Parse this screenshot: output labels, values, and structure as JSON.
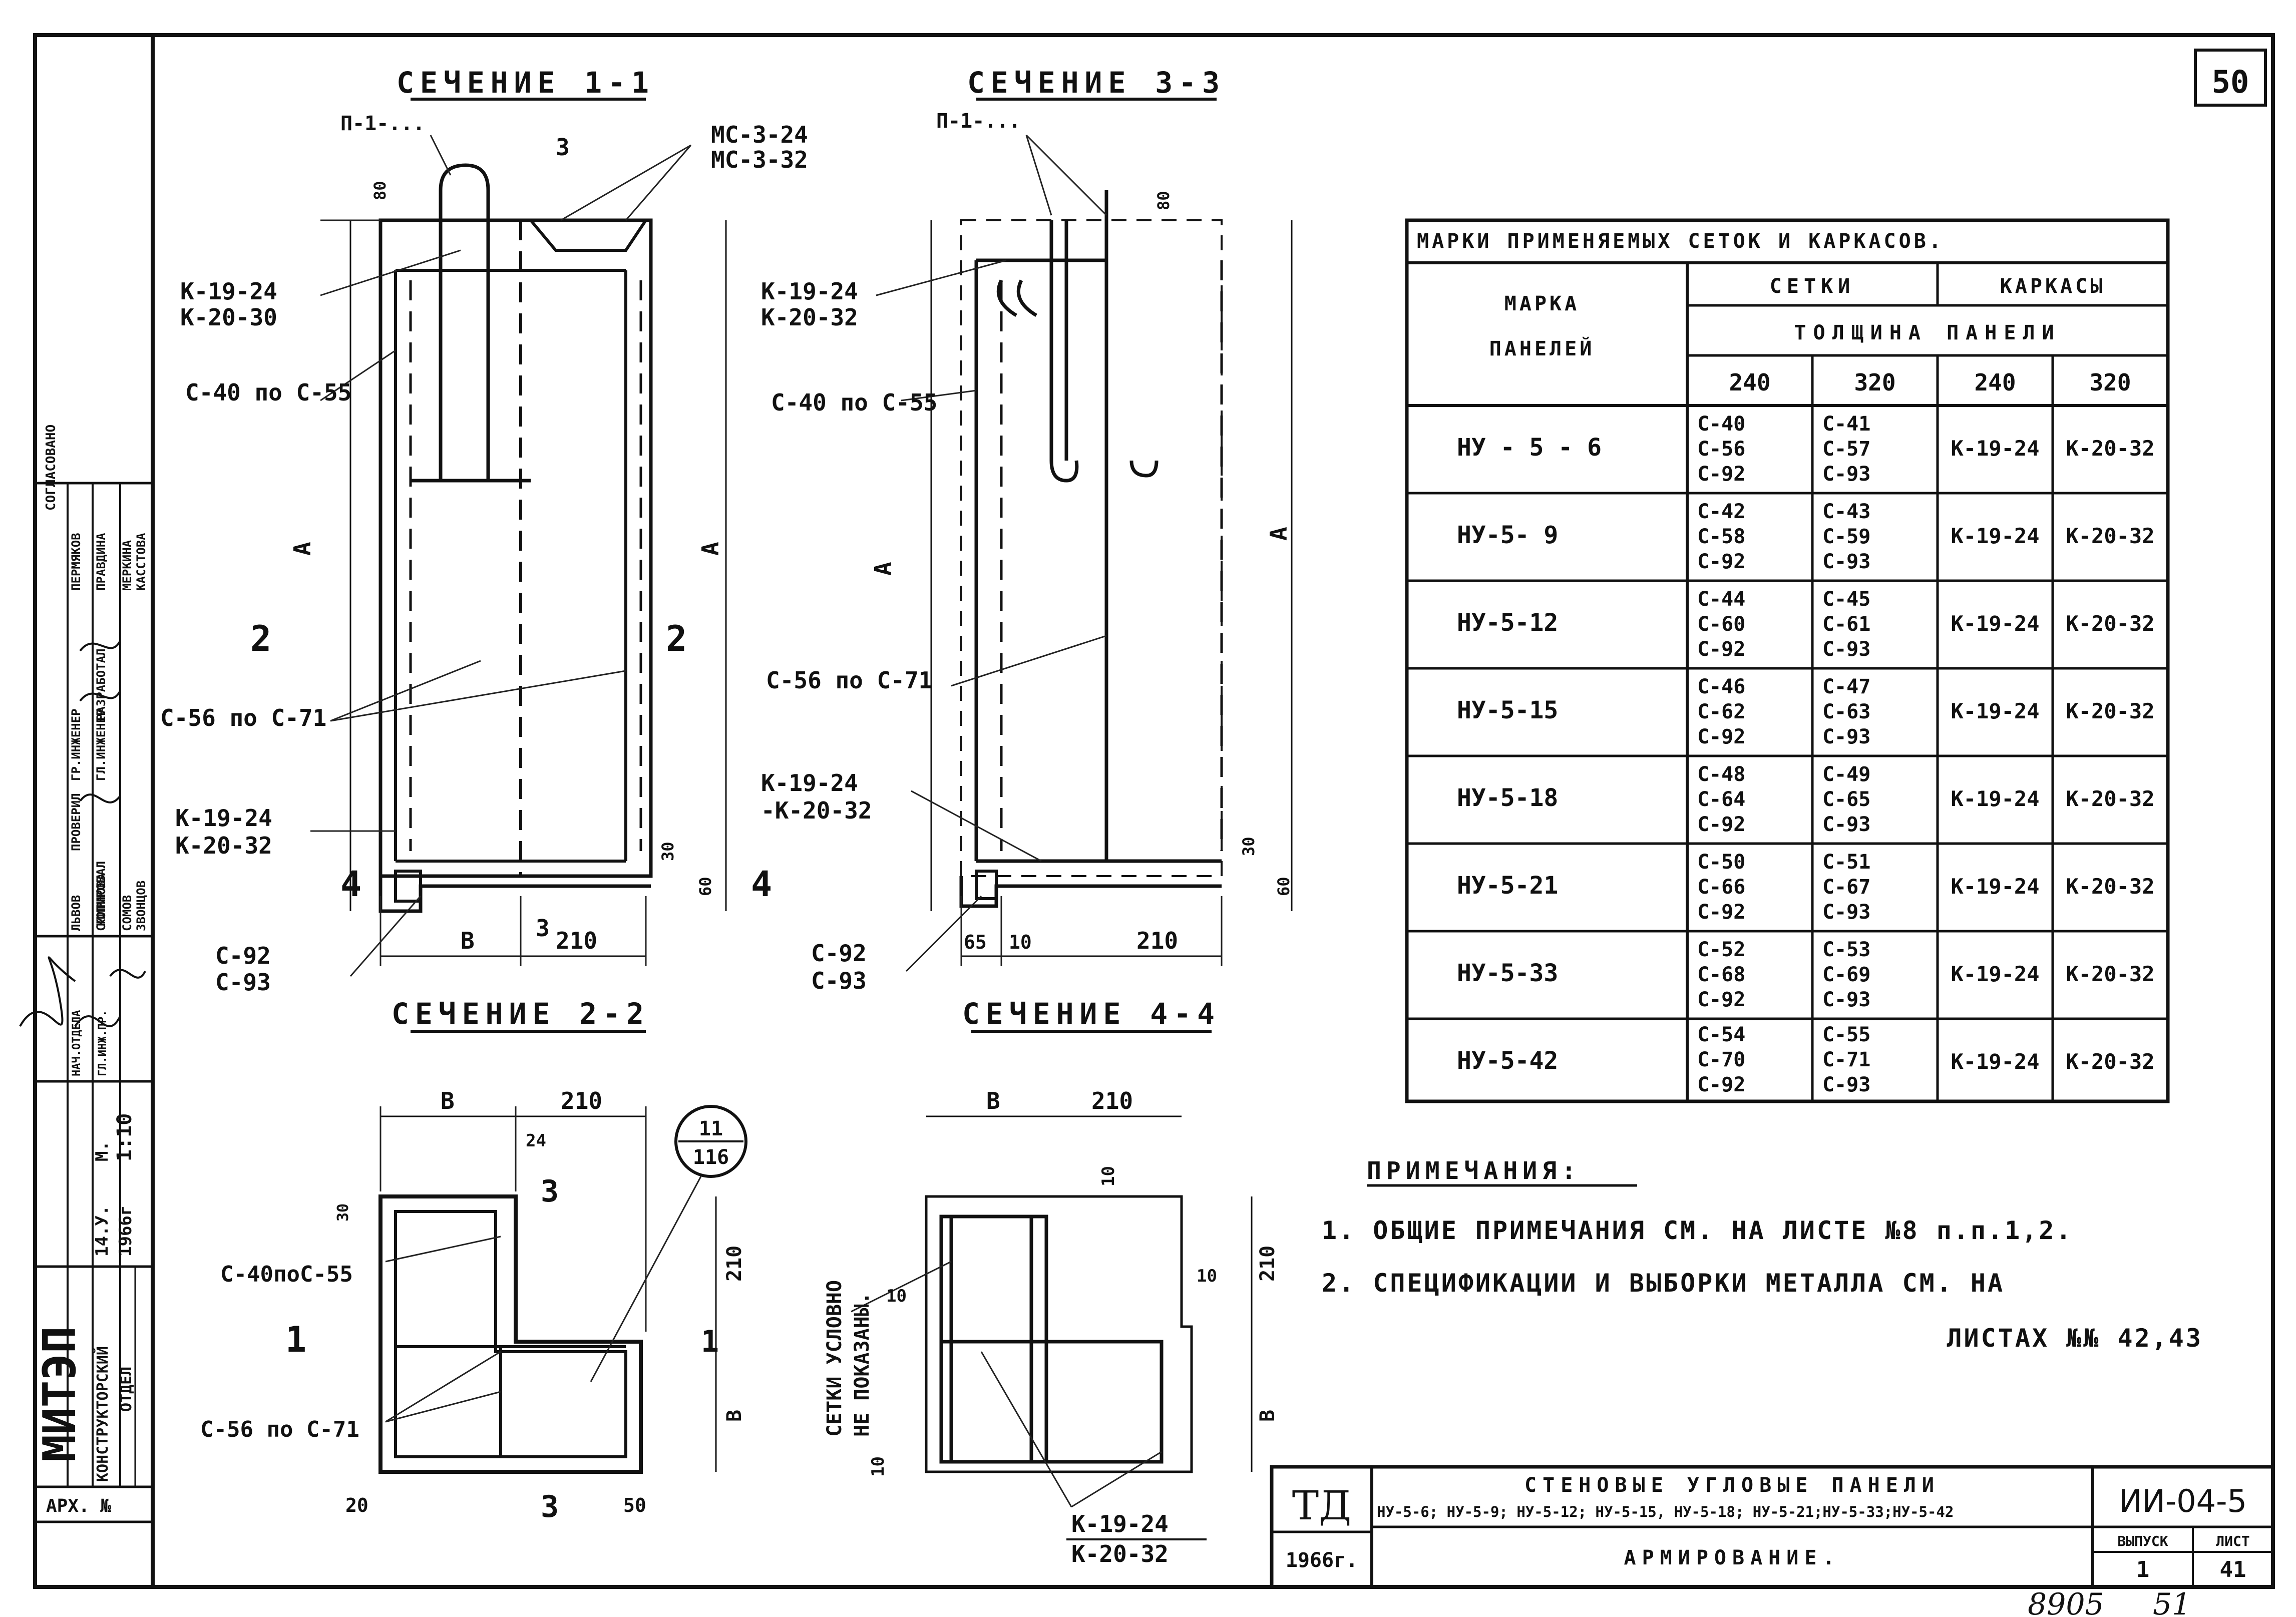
{
  "sheet_number": "50",
  "sections": {
    "s11": {
      "title": "СЕЧЕНИЕ 1-1",
      "lbl_p": "П-1-...",
      "lbl_mc": [
        "МС-3-24",
        "МС-3-32"
      ],
      "lbl_k_top": [
        "К-19-24",
        "К-20-30"
      ],
      "lbl_c40": "С-40 по С-55",
      "lbl_c56": "С-56 по С-71",
      "lbl_k_bot": [
        "К-19-24",
        "К-20-32"
      ],
      "lbl_c92": [
        "С-92",
        "С-93"
      ],
      "cut_mark_3": "3",
      "cut_mark_2": "2",
      "cut_mark_4": "4",
      "dim_a": "А",
      "dim_b": "В",
      "dim_210": "210",
      "dim_80": "80",
      "dim_60": "60",
      "dim_30": "30"
    },
    "s33": {
      "title": "СЕЧЕНИЕ 3-3",
      "lbl_p": "П-1-...",
      "lbl_k_top": [
        "К-19-24",
        "К-20-32"
      ],
      "lbl_c40": "С-40 по С-55",
      "lbl_c56": "С-56 по С-71",
      "lbl_k_bot": [
        "К-19-24",
        "-К-20-32"
      ],
      "lbl_c92": [
        "С-92",
        "С-93"
      ],
      "dim_a": "А",
      "dim_65": "65",
      "dim_10": "10",
      "dim_210": "210",
      "dim_80": "80",
      "dim_60": "60",
      "dim_30": "30"
    },
    "s22": {
      "title": "СЕЧЕНИЕ 2-2",
      "lbl_c40": "С-40поС-55",
      "lbl_c56": "С-56 по С-71",
      "node_top": "11",
      "node_bot": "116",
      "cut_1": "1",
      "cut_3": "3",
      "dim_b": "В",
      "dim_210": "210",
      "dim_24": "24",
      "dim_20": "20",
      "dim_50": "50",
      "dim_30": "30"
    },
    "s44": {
      "title": "СЕЧЕНИЕ 4-4",
      "vert_note": [
        "СЕТКИ УСЛОВНО",
        "НЕ ПОКАЗАНЫ."
      ],
      "lbl_k": [
        "К-19-24",
        "К-20-32"
      ],
      "dim_b": "В",
      "dim_210": "210",
      "dim_10": "10"
    }
  },
  "marks_table": {
    "title": "МАРКИ ПРИМЕНЯЕМЫХ СЕТОК И КАРКАСОВ.",
    "col_mark": [
      "МАРКА",
      "ПАНЕЛЕЙ"
    ],
    "col_setki": "СЕТКИ",
    "col_karkasy": "КАРКАСЫ",
    "col_thickness": "ТОЛЩИНА ПАНЕЛИ",
    "sub_cols": [
      "240",
      "320",
      "240",
      "320"
    ],
    "rows": [
      {
        "mark": "НУ - 5 - 6",
        "s240": [
          "С-40",
          "С-56",
          "С-92"
        ],
        "s320": [
          "С-41",
          "С-57",
          "С-93"
        ],
        "k240": "К-19-24",
        "k320": "К-20-32"
      },
      {
        "mark": "НУ-5- 9",
        "s240": [
          "С-42",
          "С-58",
          "С-92"
        ],
        "s320": [
          "С-43",
          "С-59",
          "С-93"
        ],
        "k240": "К-19-24",
        "k320": "К-20-32"
      },
      {
        "mark": "НУ-5-12",
        "s240": [
          "С-44",
          "С-60",
          "С-92"
        ],
        "s320": [
          "С-45",
          "С-61",
          "С-93"
        ],
        "k240": "К-19-24",
        "k320": "К-20-32"
      },
      {
        "mark": "НУ-5-15",
        "s240": [
          "С-46",
          "С-62",
          "С-92"
        ],
        "s320": [
          "С-47",
          "С-63",
          "С-93"
        ],
        "k240": "К-19-24",
        "k320": "К-20-32"
      },
      {
        "mark": "НУ-5-18",
        "s240": [
          "С-48",
          "С-64",
          "С-92"
        ],
        "s320": [
          "С-49",
          "С-65",
          "С-93"
        ],
        "k240": "К-19-24",
        "k320": "К-20-32"
      },
      {
        "mark": "НУ-5-21",
        "s240": [
          "С-50",
          "С-66",
          "С-92"
        ],
        "s320": [
          "С-51",
          "С-67",
          "С-93"
        ],
        "k240": "К-19-24",
        "k320": "К-20-32"
      },
      {
        "mark": "НУ-5-33",
        "s240": [
          "С-52",
          "С-68",
          "С-92"
        ],
        "s320": [
          "С-53",
          "С-69",
          "С-93"
        ],
        "k240": "К-19-24",
        "k320": "К-20-32"
      },
      {
        "mark": "НУ-5-42",
        "s240": [
          "С-54",
          "С-70",
          "С-92"
        ],
        "s320": [
          "С-55",
          "С-71",
          "С-93"
        ],
        "k240": "К-19-24",
        "k320": "К-20-32"
      }
    ]
  },
  "notes": {
    "heading": "ПРИМЕЧАНИЯ:",
    "items": [
      "1. ОБЩИЕ ПРИМЕЧАНИЯ СМ. НА ЛИСТЕ №8 п.п.1,2.",
      "2. СПЕЦИФИКАЦИИ И ВЫБОРКИ МЕТАЛЛА СМ. НА"
    ],
    "tail": "ЛИСТАХ №№ 42,43"
  },
  "title_block": {
    "logo": "ТД",
    "year": "1966г.",
    "title_main": "СТЕНОВЫЕ УГЛОВЫЕ ПАНЕЛИ",
    "title_marks": "НУ-5-6; НУ-5-9; НУ-5-12; НУ-5-15, НУ-5-18; НУ-5-21;НУ-5-33;НУ-5-42",
    "subtitle": "АРМИРОВАНИЕ.",
    "code": "ИИ-04-5",
    "issue_label": "ВЫПУСК",
    "issue_value": "1",
    "sheet_label": "ЛИСТ",
    "sheet_value": "41"
  },
  "side_stamp": {
    "org": "МИТЭП",
    "dept": [
      "КОНСТРУКТОРСКИЙ",
      "ОТДЕЛ"
    ],
    "arch": "АРХ. №",
    "date": [
      "14.У.",
      "1966г"
    ],
    "scale": [
      "М.",
      "1:10"
    ],
    "roles": [
      "ГЛ.ИНЖЕНЕР",
      "ГР.ИНЖЕНЕР",
      "РАЗРАБОТАЛ",
      "ПРОВЕРИЛ",
      "КОПИРОВАЛ"
    ],
    "names": [
      "ЛЬВОВ",
      "ПЕРМЯКОВ",
      "СМИРНОВА",
      "ПРАВДИНА",
      "СОМОВ",
      "МЕРКИНА",
      "ЗВОНЦОВ",
      "КАССТОВА"
    ],
    "agreed": "СОГЛАСОВАНО",
    "chief": [
      "НАЧ.ОТДЕЛА",
      "ГЛ.ИНЖ.ПР."
    ]
  },
  "footer": {
    "inventory": "8905",
    "page": "51"
  }
}
